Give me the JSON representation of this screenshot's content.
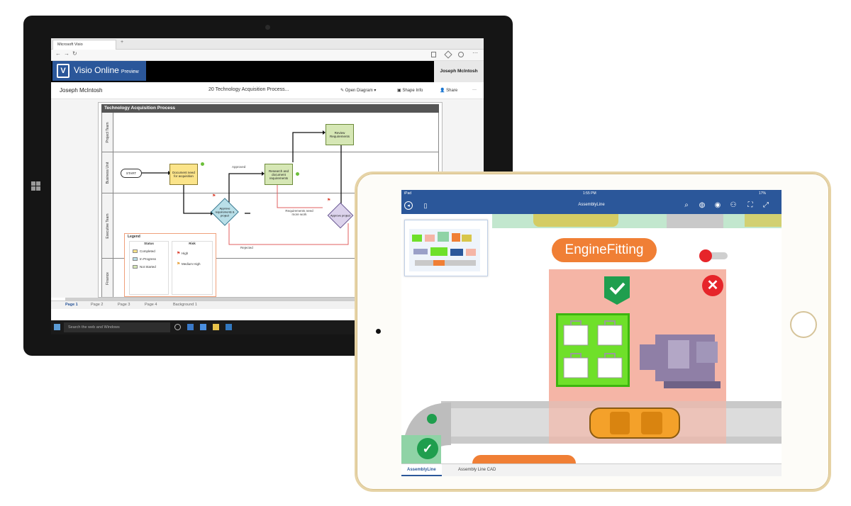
{
  "surface": {
    "browser": {
      "tab_title": "Microsoft Visio",
      "nav": {
        "back": "←",
        "forward": "→",
        "refresh": "↻"
      }
    },
    "app": {
      "name": "Visio Online",
      "badge": "Preview",
      "user": "Joseph McIntosh",
      "owner": "Joseph McIntosh",
      "document": "20 Technology Acquisition Process...",
      "commands": {
        "open": "Open Diagram",
        "shape_info": "Shape Info",
        "share": "Share",
        "more": "···"
      }
    },
    "diagram": {
      "title": "Technology Acquisition Process",
      "lanes": [
        "Project Team",
        "Business Unit",
        "Executive Team",
        "Finance"
      ],
      "shapes": {
        "start": "START",
        "document_need": "Document need for acquisition",
        "research": "Research and document requirements",
        "review": "Review Requirements",
        "approve_requirements": "Approve requirements & project",
        "approve_project": "Approve project",
        "approved": "Approved",
        "needs_more_work": "Requirements need more work",
        "rejected": "Rejected"
      },
      "legend": {
        "title": "Legend",
        "status_header": "Status",
        "risk_header": "Risk",
        "status": [
          "Completed",
          "In Progress",
          "Not Started"
        ],
        "risk": [
          "High",
          "Medium High"
        ]
      }
    },
    "page_tabs": [
      "Page 1",
      "Page 2",
      "Page 3",
      "Page 4",
      "Background 1"
    ],
    "taskbar": {
      "search": "Search the web and Windows"
    }
  },
  "ipad": {
    "status": {
      "carrier": "iPad",
      "time": "1:55 PM",
      "battery": "17%"
    },
    "app": {
      "doc_title": "AssemblyLine"
    },
    "canvas": {
      "label": "EngineFitting"
    },
    "tabs": [
      "AssemblyLine",
      "Assembly Line CAD"
    ],
    "colors": {
      "brand": "#2b579a",
      "accent": "#f07f35",
      "alert": "#e6252a",
      "ok": "#1f9e4e"
    }
  }
}
